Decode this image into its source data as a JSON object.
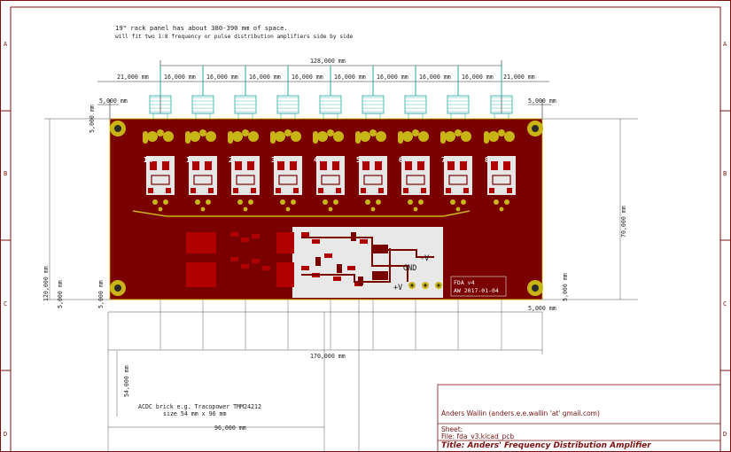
{
  "sheet": {
    "border_letters_left": [
      "A",
      "B",
      "C",
      "D"
    ],
    "border_letters_right": [
      "A",
      "B",
      "C",
      "D"
    ]
  },
  "notes": {
    "rack_line1": "19\" rack panel has about 380-390 mm of space.",
    "rack_line2": "will fit two 1:8 frequency or pulse distribution amplifiers side by side",
    "acdc_line1": "ACDC brick e.g. Tracopower TMM24212",
    "acdc_line2": "size 54 mm x 96 mm"
  },
  "dimensions": {
    "top_total": "128,000 mm",
    "pitch": "16,000 mm",
    "edge_left": "21,000 mm",
    "edge_right": "21,000 mm",
    "corner_tl": "5,000 mm",
    "corner_tr": "5,000 mm",
    "vert_tl": "5,000 mm",
    "right_height": "70,000 mm",
    "left_height": "120,000 mm",
    "vert_bl": "5,000 mm",
    "horiz_bl": "5,000 mm",
    "vert_br": "5,000 mm",
    "horiz_br": "5,000 mm",
    "board_width": "170,000 mm",
    "brick_height": "54,000 mm",
    "brick_width": "96,000 mm"
  },
  "silkscreen": {
    "channel_labels": [
      "IN",
      "1",
      "2",
      "3",
      "4",
      "5",
      "6",
      "7",
      "8"
    ],
    "label_box_line1": "FDA v4",
    "label_box_line2": "AW 2017-01-04",
    "gnd": "GND",
    "minus_v": "-V",
    "plus_v": "+V"
  },
  "title_block": {
    "author": "Anders Wallin (anders.e.e.wallin 'at' gmail.com)",
    "sheet_label": "Sheet:",
    "file": "File: fda_v3.kicad_pcb",
    "title": "Title: Anders' Frequency Distribution Amplifier"
  },
  "colors": {
    "board": "#7a0000",
    "pad": "#c8b414",
    "dimension": "#1a1a1a",
    "connector": "#2aa8a0",
    "sheet_border": "#7a1010"
  }
}
